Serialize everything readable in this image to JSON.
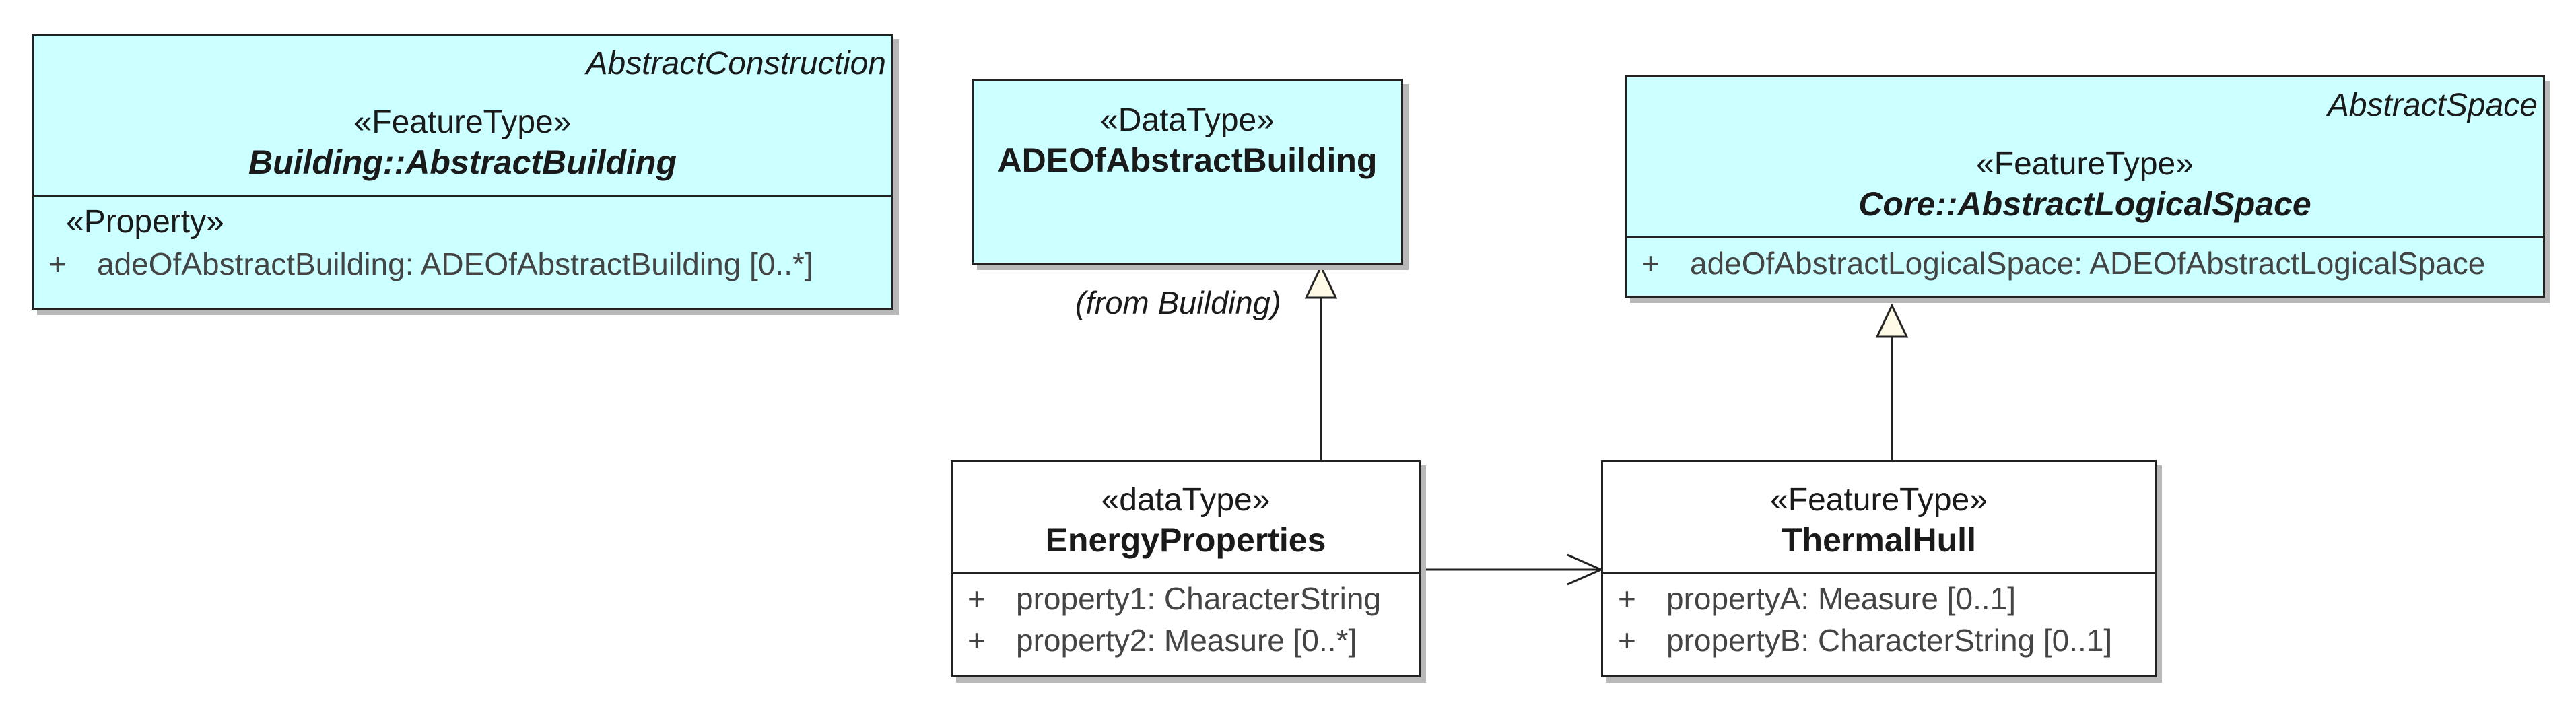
{
  "classes": {
    "abstract_building": {
      "parent": "AbstractConstruction",
      "stereotype": "«FeatureType»",
      "name": "Building::AbstractBuilding",
      "section_title": "«Property»",
      "attributes": [
        {
          "vis": "+",
          "text": "adeOfAbstractBuilding: ADEOfAbstractBuilding [0..*]"
        }
      ]
    },
    "ade_datatype": {
      "stereotype": "«DataType»",
      "name": "ADEOfAbstractBuilding",
      "from": "(from Building)"
    },
    "abstract_logical_space": {
      "parent": "AbstractSpace",
      "stereotype": "«FeatureType»",
      "name": "Core::AbstractLogicalSpace",
      "attributes": [
        {
          "vis": "+",
          "text": "adeOfAbstractLogicalSpace: ADEOfAbstractLogicalSpace"
        }
      ]
    },
    "energy_properties": {
      "stereotype": "«dataType»",
      "name": "EnergyProperties",
      "attributes": [
        {
          "vis": "+",
          "text": "property1: CharacterString"
        },
        {
          "vis": "+",
          "text": "property2: Measure [0..*]"
        }
      ]
    },
    "thermal_hull": {
      "stereotype": "«FeatureType»",
      "name": "ThermalHull",
      "attributes": [
        {
          "vis": "+",
          "text": "propertyA: Measure [0..1]"
        },
        {
          "vis": "+",
          "text": "propertyB: CharacterString [0..1]"
        }
      ]
    }
  }
}
